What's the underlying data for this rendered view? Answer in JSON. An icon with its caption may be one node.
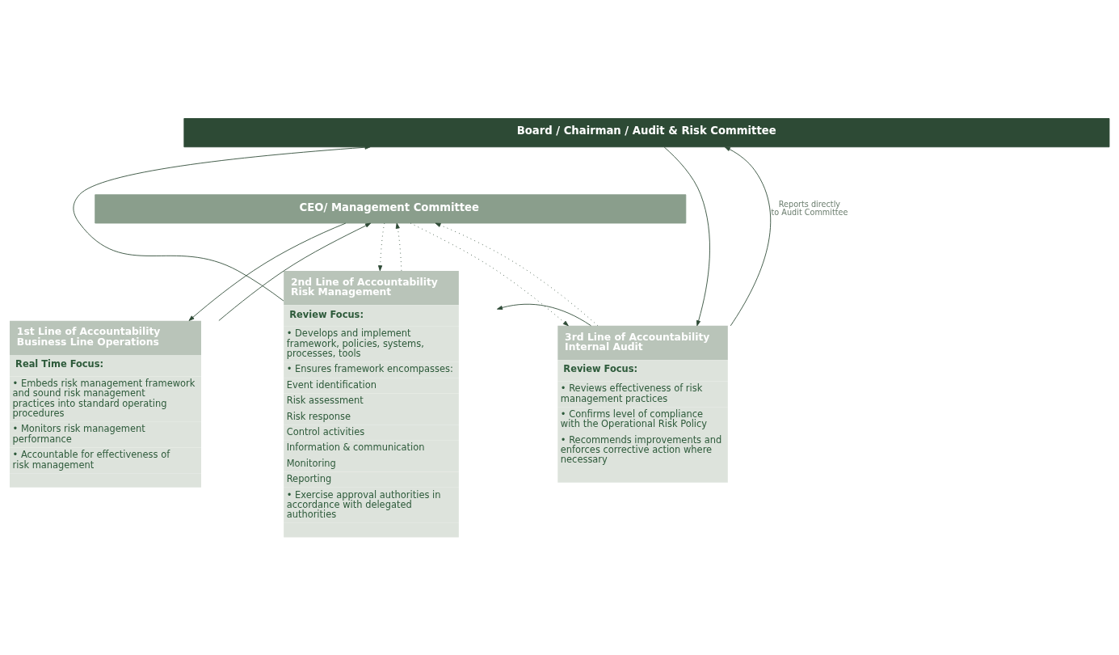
{
  "diagram": {
    "nodes": [
      {
        "text": [
          "Board / Chairman / Audit & Risk Committee"
        ]
      },
      {
        "text": [
          "CEO/ Management Committee"
        ]
      },
      {
        "text": [
          "1st Line of Accountability Business Line Operations",
          "Real Time Focus:",
          "• Embeds risk management framework and sound risk management practices into standard operating procedures",
          "• Monitors risk management performance",
          "• Accountable for effectiveness of risk management"
        ]
      },
      {
        "text": [
          "2nd Line of Accountability Risk Management",
          "Review Focus:",
          "• Develops and implement framework, policies, systems, processes, tools",
          "• Ensures framework encompasses:",
          "Event identification",
          "Risk assessment",
          "Risk response",
          "Control activities",
          "Information & communication",
          "Monitoring",
          "Reporting",
          "• Exercise approval authorities in accordance with delegated authorities"
        ]
      },
      {
        "text": [
          "3rd Line of Accountability Internal Audit",
          "Review Focus:",
          "• Reviews effectiveness of risk management practices",
          "• Confirms level of compliance with the Operational Risk Policy",
          "• Recommends improvements and enforces corrective action where necessary"
        ]
      }
    ],
    "edges": [
      {
        "from": 2,
        "to": 1,
        "arrow": "to"
      },
      {
        "from": 1,
        "to": 2,
        "arrow": "to"
      },
      {
        "from": 3,
        "to": 1,
        "arrow": "to",
        "style": "dashed"
      },
      {
        "from": 1,
        "to": 3,
        "arrow": "to",
        "style": "dashed"
      },
      {
        "from": 1,
        "to": 4,
        "arrow": "to",
        "style": "dashed"
      },
      {
        "from": 4,
        "to": 1,
        "arrow": "to",
        "style": "dashed"
      },
      {
        "from": 3,
        "to": 0,
        "arrow": "to"
      },
      {
        "from": 4,
        "to": 3,
        "arrow": "to"
      },
      {
        "from": 4,
        "to": 0,
        "arrow": "to",
        "label": "Reports directly to Audit Committee"
      },
      {
        "from": 0,
        "to": 4,
        "arrow": "to"
      }
    ]
  }
}
